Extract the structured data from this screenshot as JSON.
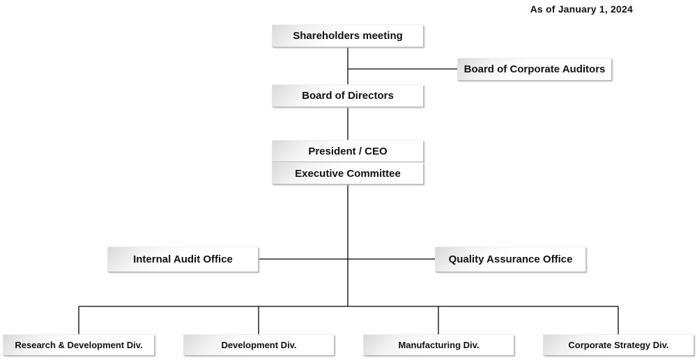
{
  "date_label": "As of January 1, 2024",
  "nodes": {
    "shareholders": "Shareholders meeting",
    "auditors": "Board of Corporate Auditors",
    "directors": "Board of Directors",
    "president": "President / CEO",
    "executive": "Executive Committee",
    "internal_audit": "Internal Audit Office",
    "quality": "Quality Assurance Office",
    "rnd": "Research & Development Div.",
    "development": "Development Div.",
    "manufacturing": "Manufacturing Div.",
    "strategy": "Corporate Strategy Div."
  },
  "colors": {
    "line": "#000000",
    "box_shade": "#d9d9d9",
    "box_fill": "#ffffff"
  }
}
